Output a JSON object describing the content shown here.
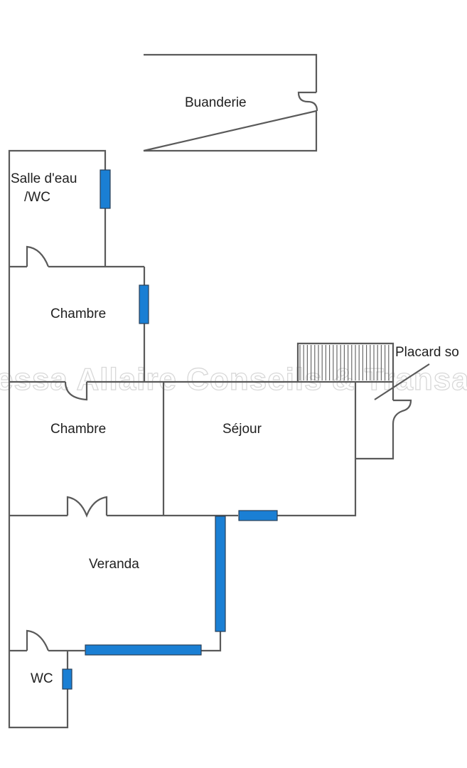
{
  "rooms": {
    "buanderie": "Buanderie",
    "salle_eau": "Salle d'eau",
    "salle_eau_wc": "/WC",
    "chambre_1": "Chambre",
    "chambre_2": "Chambre",
    "sejour": "Séjour",
    "placard": "Placard so",
    "veranda": "Veranda",
    "wc": "WC"
  },
  "watermark": "essa Allaire Conseils & Transactio",
  "colors": {
    "walls": "#5a5a5a",
    "windows": "#1a7fd4",
    "background": "#ffffff"
  }
}
